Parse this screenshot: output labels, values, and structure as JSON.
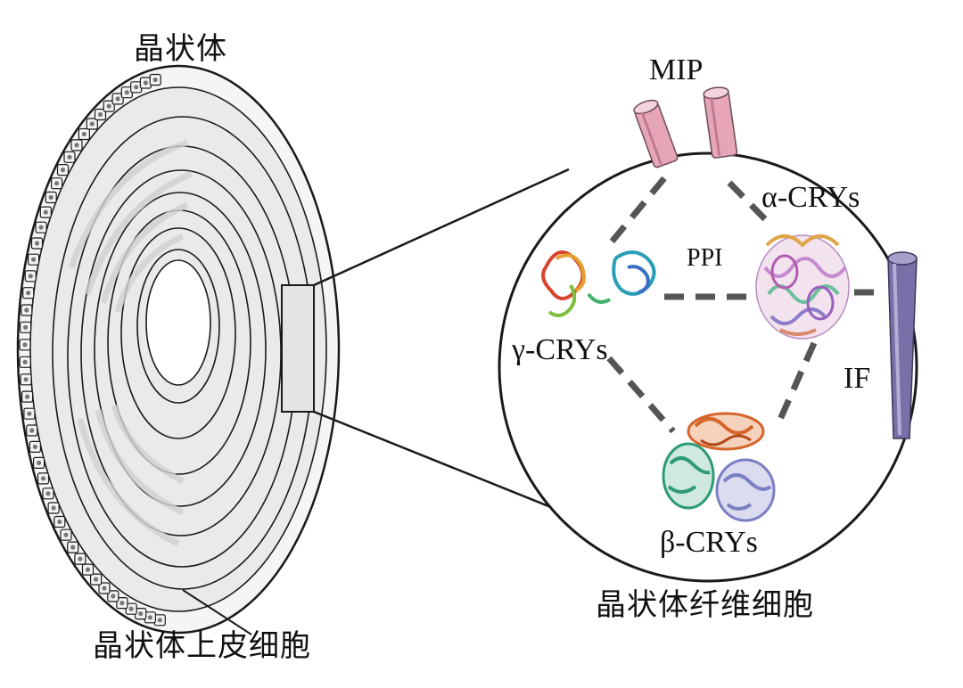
{
  "labels": {
    "lens": "晶状体",
    "lens_epithelial_cells": "晶状体上皮细胞",
    "lens_fiber_cells": "晶状体纤维细胞",
    "mip": "MIP",
    "alpha_crys": "α-CRYs",
    "ppi": "PPI",
    "gamma_crys": "γ-CRYs",
    "beta_crys": "β-CRYs",
    "if": "IF"
  },
  "colors": {
    "outline": "#1a1a1a",
    "lens_fill": "#e9ebea",
    "lens_inner": "#f4f5f4",
    "ring_shade": "#cfd2d1",
    "dash": "#555555",
    "mip_pink": "#e7a6b8",
    "if_purple": "#7a6fa6",
    "alpha_mix": "#c58bd0",
    "beta_orange": "#d5652a",
    "beta_green": "#2e9b76",
    "beta_blue": "#7b80c4",
    "gamma_red": "#d7432f",
    "gamma_cyan": "#2a9fb8"
  },
  "icons": [
    "mip-channel-icon",
    "intermediate-filament-icon",
    "alpha-crystallin-icon",
    "beta-crystallin-icon",
    "gamma-crystallin-icon"
  ]
}
